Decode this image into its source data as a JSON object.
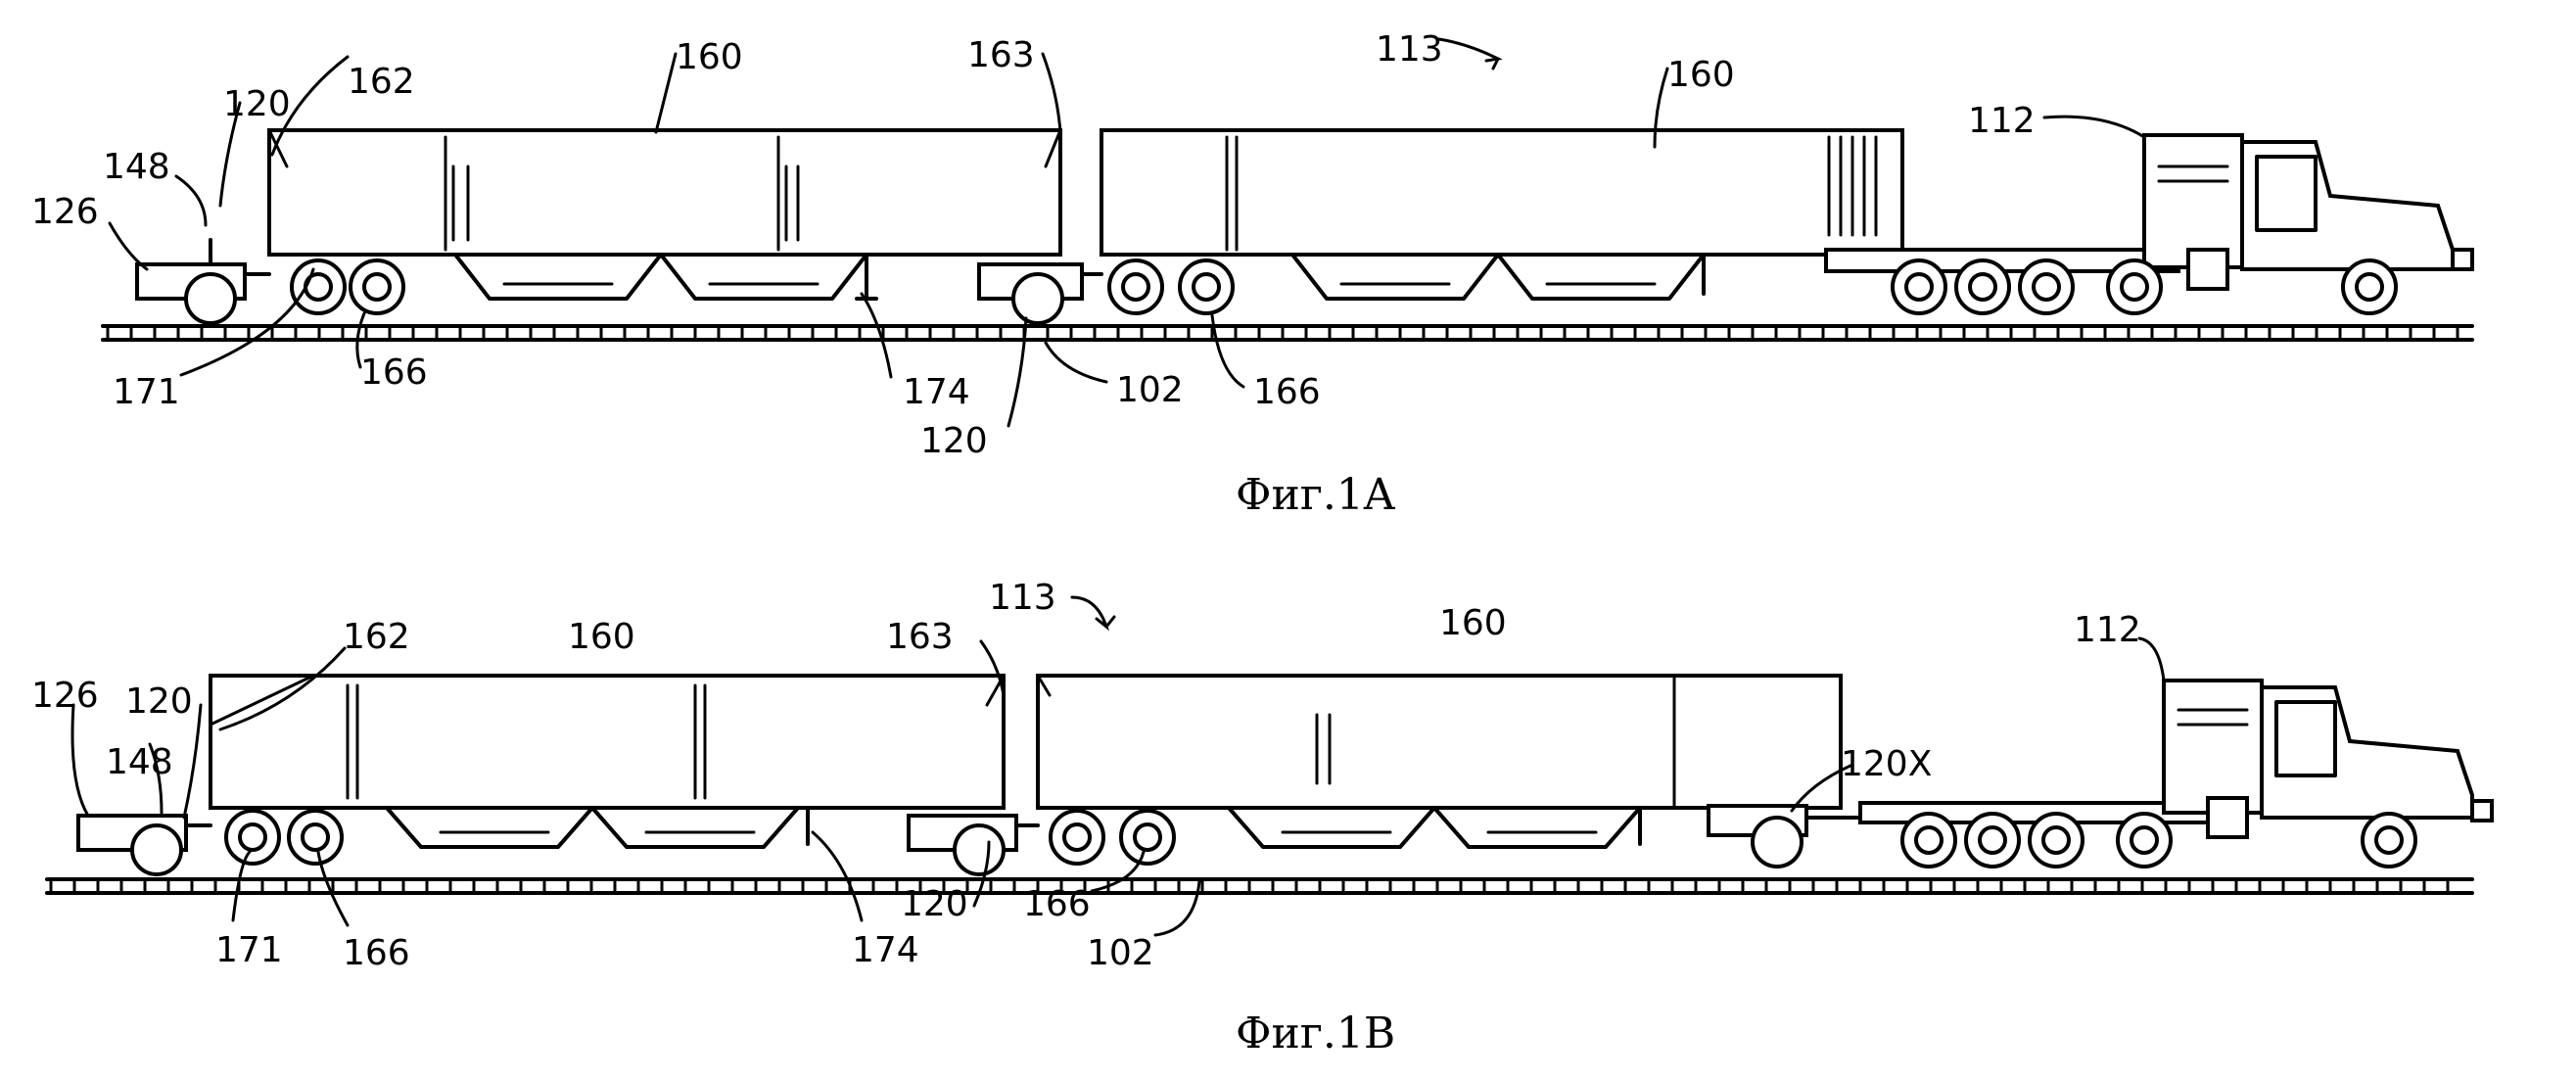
{
  "figures": [
    {
      "caption": "Фиг.1A",
      "labels": {
        "l113": "113",
        "l162": "162",
        "l160a": "160",
        "l163": "163",
        "l160b": "160",
        "l120a": "120",
        "l148": "148",
        "l126": "126",
        "l112": "112",
        "l171": "171",
        "l166a": "166",
        "l174": "174",
        "l102": "102",
        "l120b": "120",
        "l166b": "166"
      }
    },
    {
      "caption": "Фиг.1B",
      "labels": {
        "l113": "113",
        "l162": "162",
        "l160a": "160",
        "l163": "163",
        "l160b": "160",
        "l112": "112",
        "l126": "126",
        "l120a": "120",
        "l148": "148",
        "l120x": "120X",
        "l171": "171",
        "l166a": "166",
        "l174": "174",
        "l120b": "120",
        "l166b": "166",
        "l102": "102"
      }
    }
  ]
}
